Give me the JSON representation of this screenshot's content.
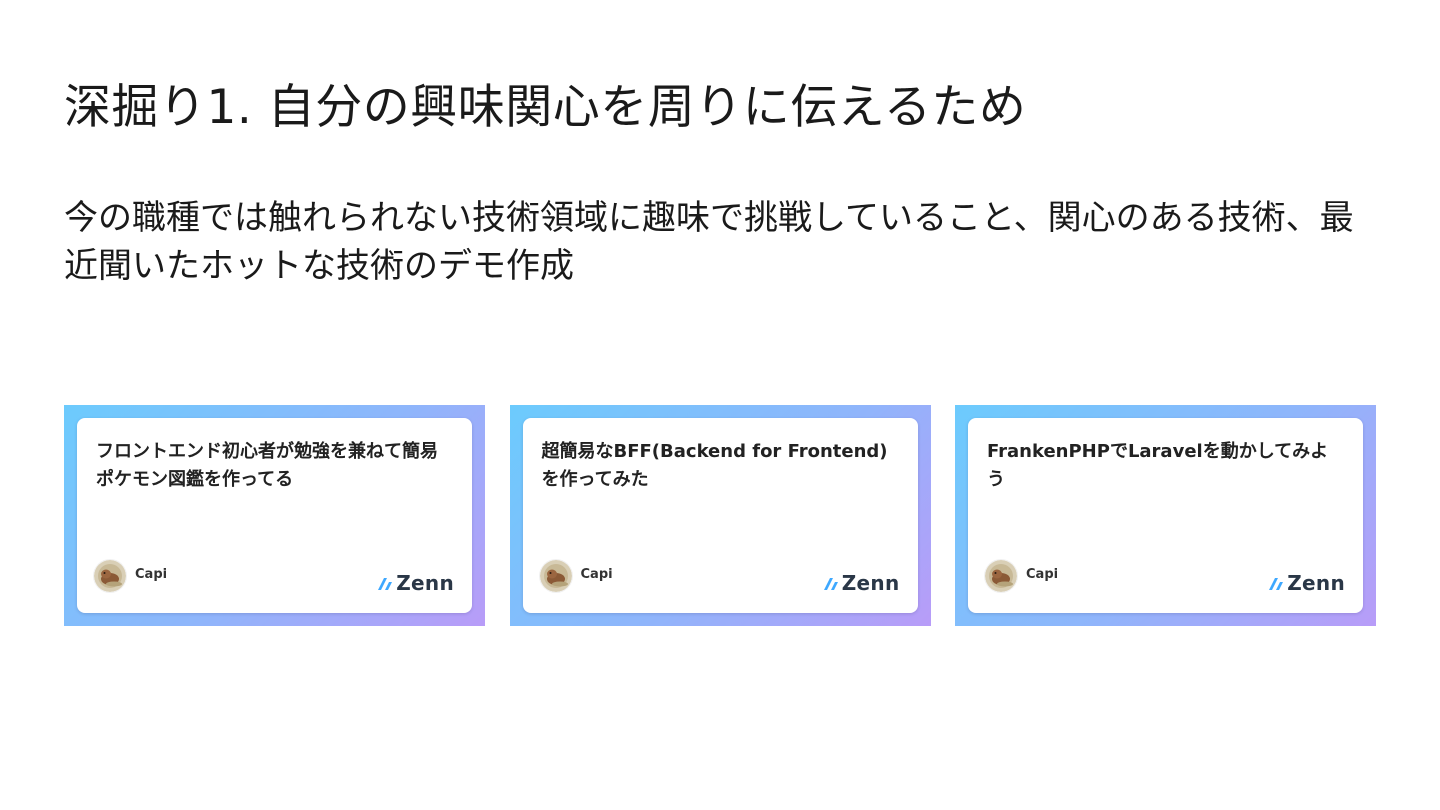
{
  "slide": {
    "title": "深掘り1. 自分の興味関心を周りに伝えるため",
    "body": "今の職種では触れられない技術領域に趣味で挑戦していること、関心のある技術、最近聞いたホットな技術のデモ作成"
  },
  "cards": [
    {
      "title": "フロントエンド初心者が勉強を兼ねて簡易ポケモン図鑑を作ってる",
      "author": "Capi",
      "site": "Zenn"
    },
    {
      "title": "超簡易なBFF(Backend for Frontend)を作ってみた",
      "author": "Capi",
      "site": "Zenn"
    },
    {
      "title": "FrankenPHPでLaravelを動かしてみよう",
      "author": "Capi",
      "site": "Zenn"
    }
  ],
  "colors": {
    "card_gradient_start": "#6ccbfd",
    "card_gradient_end": "#b89cf8",
    "zenn_blue": "#3ea8ff",
    "text_primary": "#1a1a1a"
  },
  "icons": {
    "avatar": "capybara-avatar-icon",
    "site_logo": "zenn-logo-icon"
  }
}
